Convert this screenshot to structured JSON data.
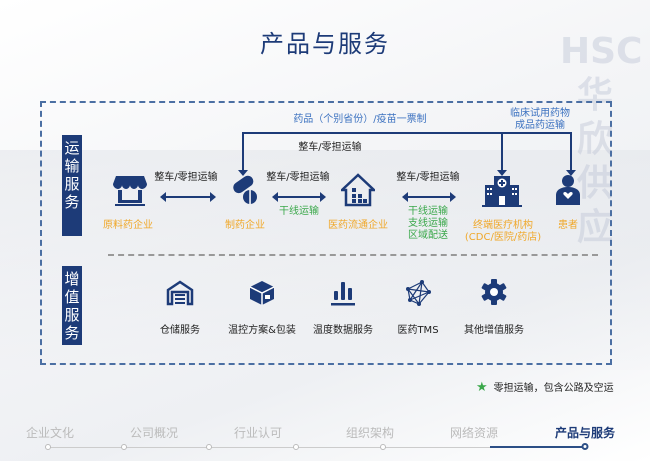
{
  "title": "产品与服务",
  "watermark": "HSC 华欣供应链",
  "transport": {
    "side_label": "运输服务",
    "nodes": [
      {
        "label": "原料药企业",
        "icon": "shop-icon"
      },
      {
        "label": "制药企业",
        "icon": "pill-icon"
      },
      {
        "label": "医药流通企业",
        "icon": "warehouse-home-icon"
      },
      {
        "label": "终端医疗机构",
        "sub": "(CDC/医院/药店)",
        "icon": "hospital-icon"
      },
      {
        "label": "患者",
        "icon": "patient-icon"
      }
    ],
    "arrow_labels": [
      "整车/零担运输",
      "整车/零担运输",
      "整车/零担运输"
    ],
    "trunk_label": "干线运输",
    "distribution_labels": [
      "干线运输",
      "支线运输",
      "区域配送"
    ],
    "top_route_label": "整车/零担运输",
    "one_ticket_label": "药品（个别省份）/疫苗一票制",
    "clinical_label": [
      "临床试用药物",
      "成品药运输"
    ]
  },
  "value_added": {
    "side_label": "增值服务",
    "items": [
      {
        "label": "仓储服务",
        "icon": "storage-icon"
      },
      {
        "label": "温控方案&包装",
        "icon": "package-icon"
      },
      {
        "label": "温度数据服务",
        "icon": "bar-chart-icon"
      },
      {
        "label": "医药TMS",
        "icon": "network-icon"
      },
      {
        "label": "其他增值服务",
        "icon": "gear-icon"
      }
    ]
  },
  "note": "零担运输，包含公路及空运",
  "nav": [
    "企业文化",
    "公司概况",
    "行业认可",
    "组织架构",
    "网络资源",
    "产品与服务"
  ],
  "colors": {
    "primary": "#1d3b78",
    "orange": "#f0a82a",
    "green": "#3aa84a",
    "blue": "#3c72c0"
  }
}
